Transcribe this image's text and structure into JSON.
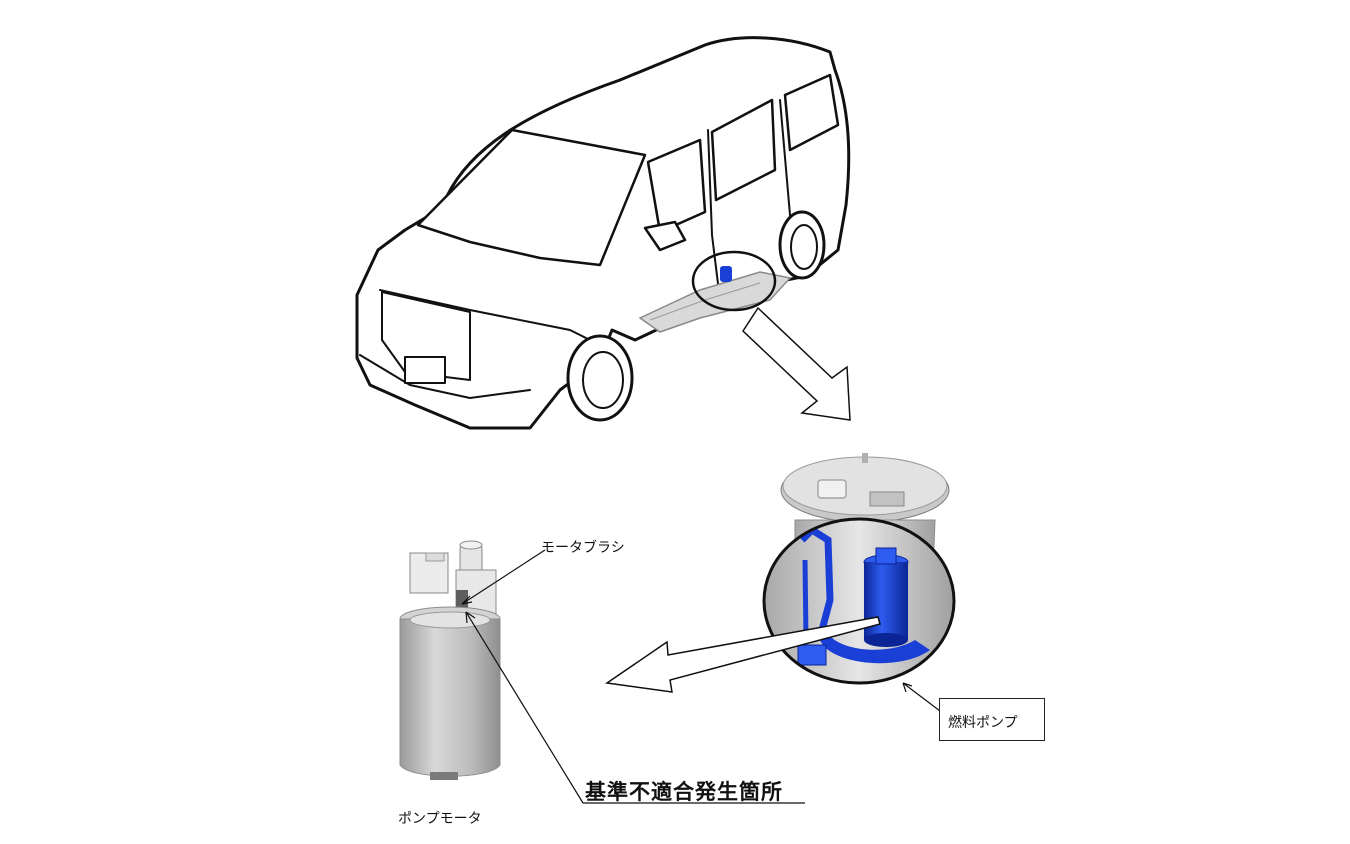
{
  "labels": {
    "motor_brush": "モータブラシ",
    "pump_motor": "ポンプモータ",
    "defect_location": "基準不適合発生箇所",
    "fuel_pump": "燃料ポンプ"
  },
  "colors": {
    "line": "#111111",
    "pump_blue": "#1a3fd6",
    "pump_blue_dark": "#0b2596",
    "motor_grey": "#b9b9b9",
    "module_grey": "#cfcfcf",
    "tank_grey": "#d6d6d6"
  }
}
